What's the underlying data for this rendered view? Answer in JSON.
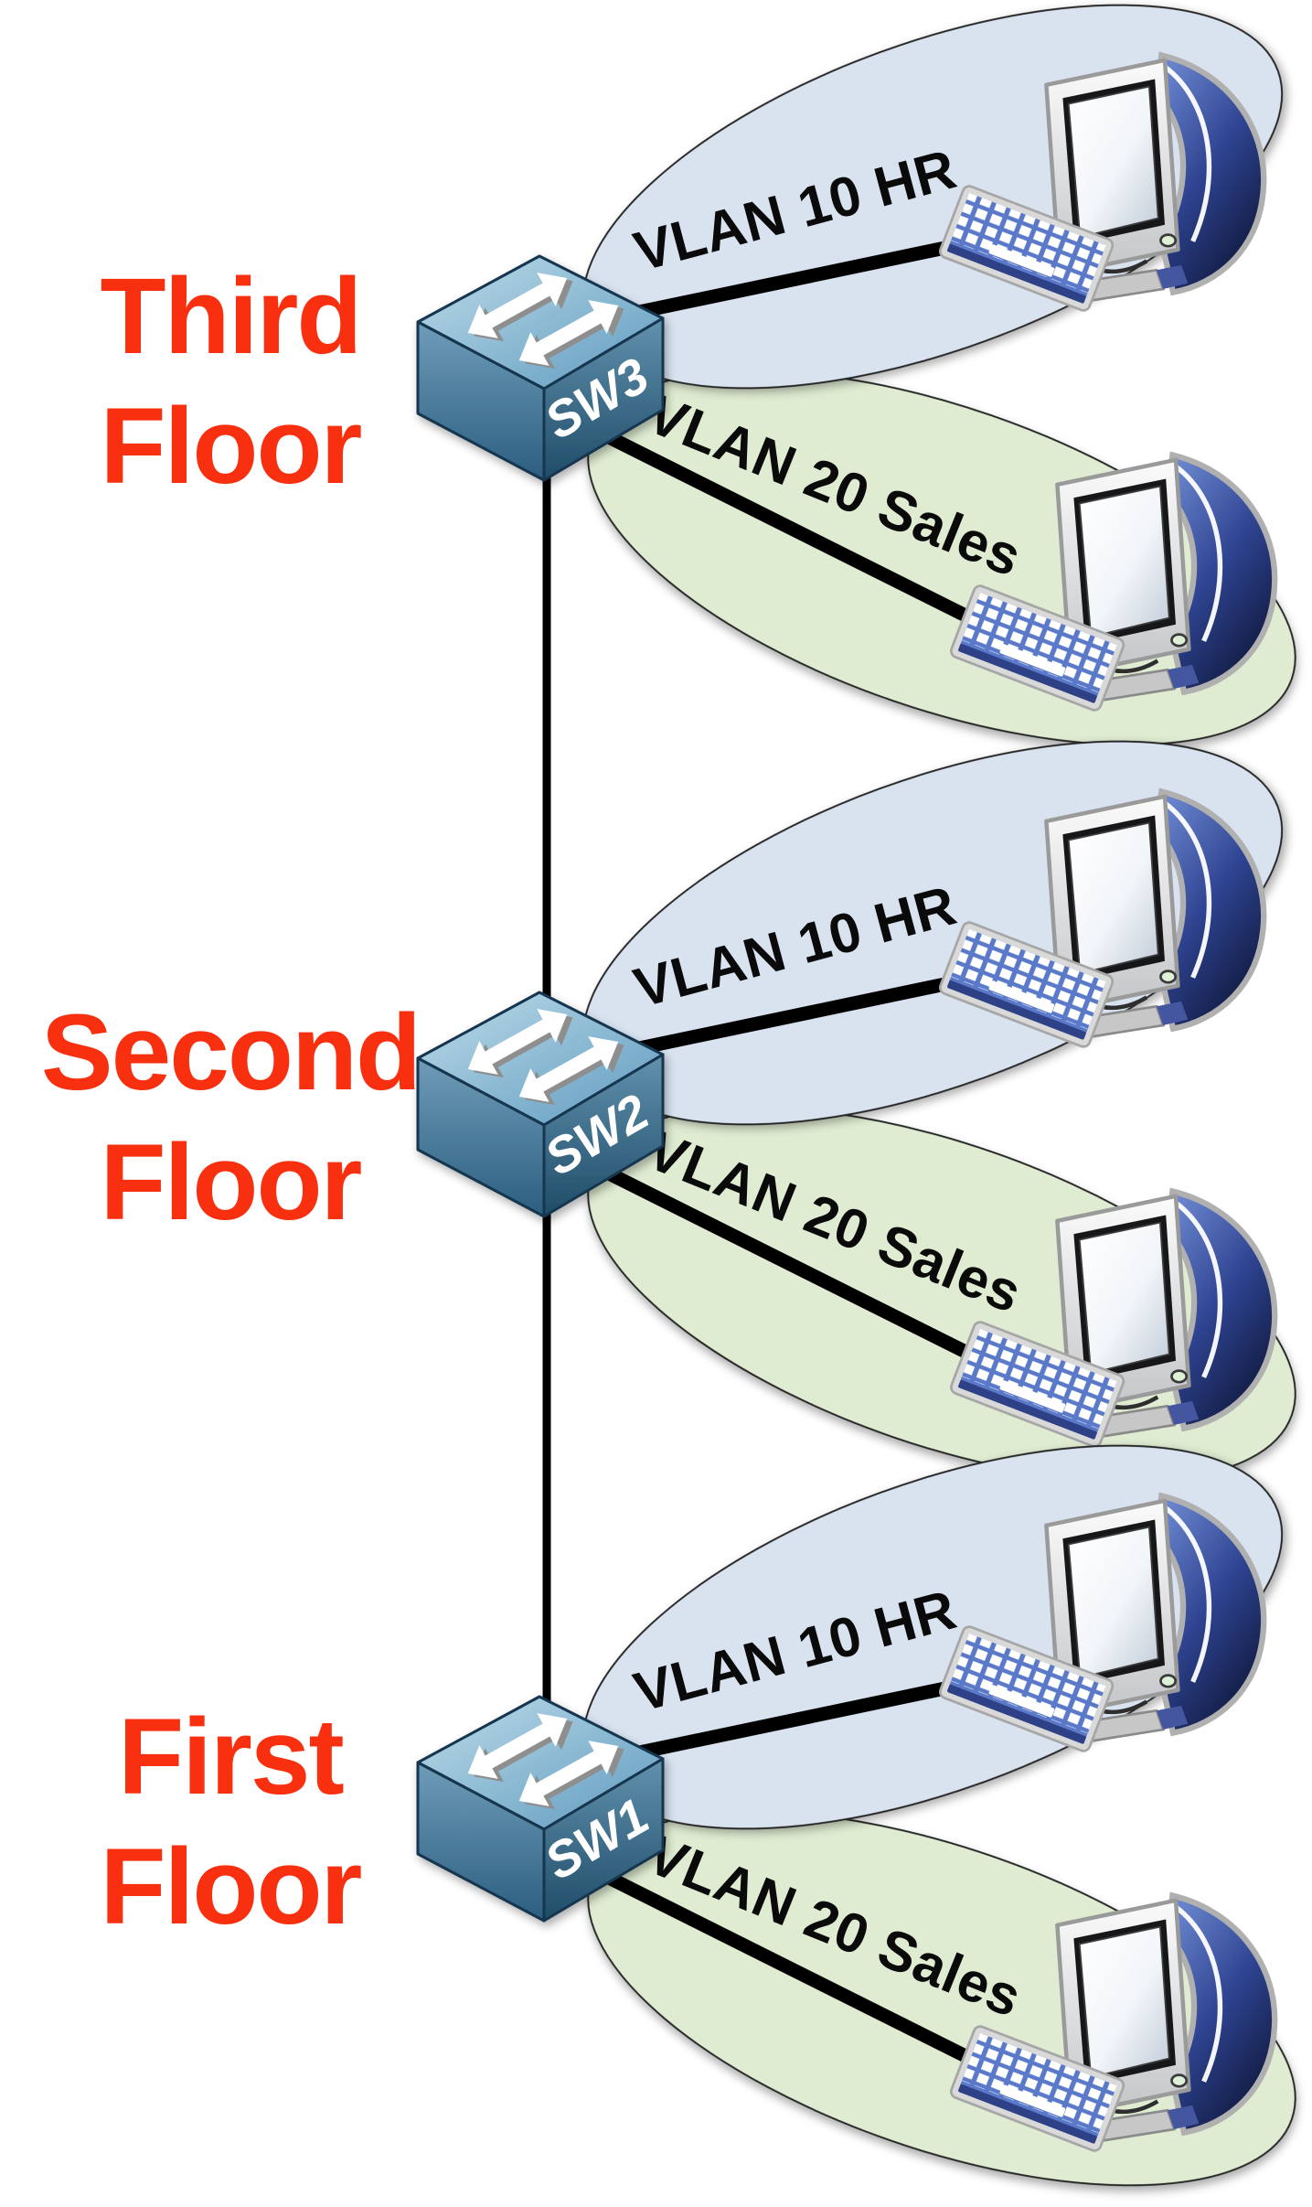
{
  "colors": {
    "floor_label": "#f9300f",
    "vlan10_fill": "#d9e3f0",
    "vlan20_fill": "#dfecd1",
    "switch_top": "#8fbdd6",
    "switch_front": "#3f749b",
    "link_line": "#000000"
  },
  "floors": [
    {
      "floor_word1": "Third",
      "floor_word2": "Floor",
      "switch_label": "SW3",
      "vlan10_label": "VLAN 10 HR",
      "vlan20_label": "VLAN 20 Sales"
    },
    {
      "floor_word1": "Second",
      "floor_word2": "Floor",
      "switch_label": "SW2",
      "vlan10_label": "VLAN 10 HR",
      "vlan20_label": "VLAN 20 Sales"
    },
    {
      "floor_word1": "First",
      "floor_word2": "Floor",
      "switch_label": "SW1",
      "vlan10_label": "VLAN 10 HR",
      "vlan20_label": "VLAN 20 Sales"
    }
  ]
}
